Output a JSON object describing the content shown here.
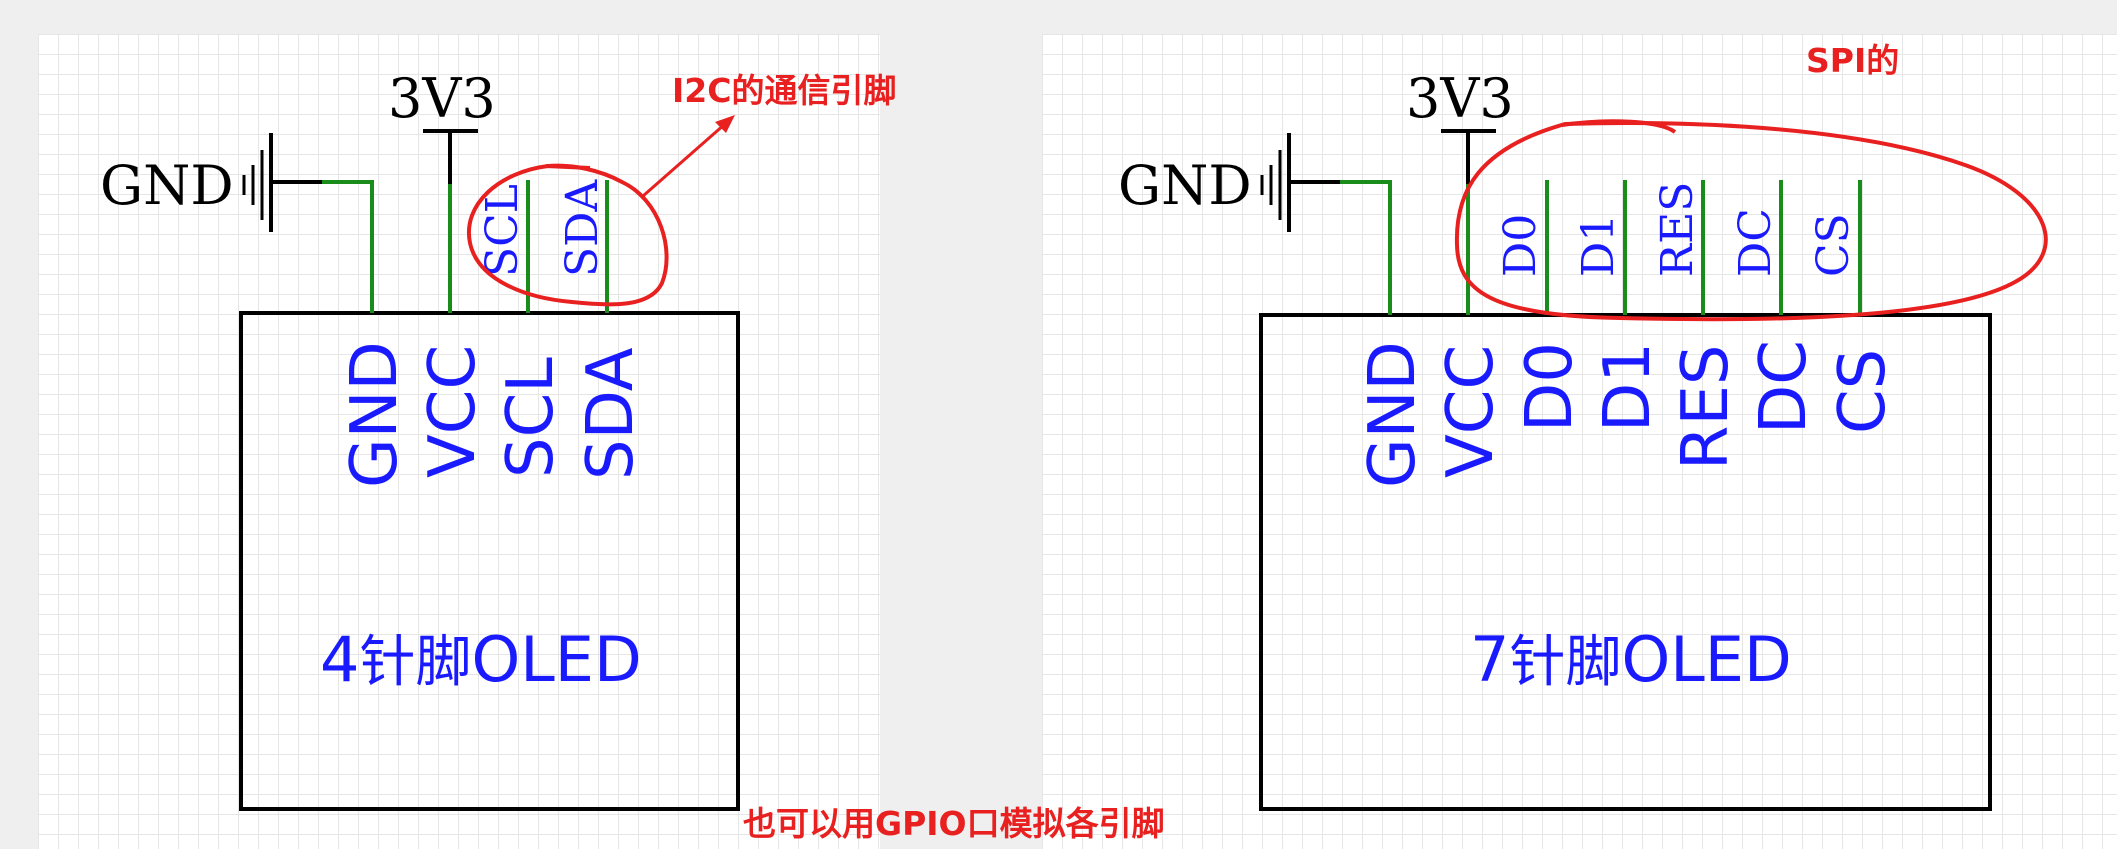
{
  "colors": {
    "wire": "#1a8c1a",
    "pin_text": "#1a1aff",
    "annotation": "#e82020",
    "outline": "#000000"
  },
  "left_module": {
    "supply_label": "3V3",
    "ground_label": "GND",
    "net_labels": [
      "SCL",
      "SDA"
    ],
    "pin_labels": [
      "GND",
      "VCC",
      "SCL",
      "SDA"
    ],
    "title_prefix": "4",
    "title_hanzi": "针脚",
    "title_suffix": "OLED"
  },
  "right_module": {
    "supply_label": "3V3",
    "ground_label": "GND",
    "net_labels": [
      "D0",
      "D1",
      "RES",
      "DC",
      "CS"
    ],
    "pin_labels": [
      "GND",
      "VCC",
      "D0",
      "D1",
      "RES",
      "DC",
      "CS"
    ],
    "title_prefix": "7",
    "title_hanzi": "针脚",
    "title_suffix": "OLED"
  },
  "annotations": {
    "i2c": "I2C的通信引脚",
    "spi": "SPI的",
    "gpio": "也可以用GPIO口模拟各引脚"
  }
}
